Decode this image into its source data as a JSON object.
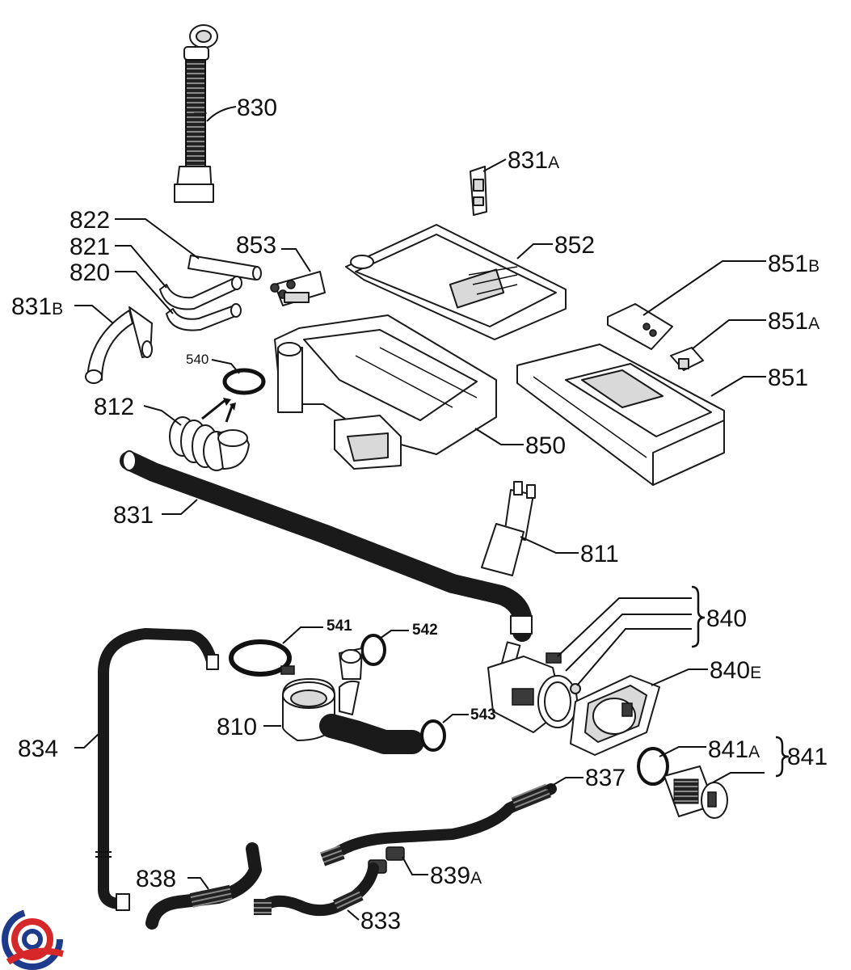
{
  "diagram": {
    "labels": {
      "l830": "830",
      "l831a_num": "831",
      "l831a_suf": "A",
      "l822": "822",
      "l821": "821",
      "l820": "820",
      "l853": "853",
      "l852": "852",
      "l851b_num": "851",
      "l851b_suf": "B",
      "l851a_num": "851",
      "l851a_suf": "A",
      "l851": "851",
      "l831b_num": "831",
      "l831b_suf": "B",
      "l540": "540",
      "l812": "812",
      "l850": "850",
      "l831": "831",
      "l811": "811",
      "l840": "840",
      "l541": "541",
      "l542": "542",
      "l840e_num": "840",
      "l840e_suf": "E",
      "l810": "810",
      "l543": "543",
      "l834": "834",
      "l841a_num": "841",
      "l841a_suf": "A",
      "l841": "841",
      "l837": "837",
      "l838": "838",
      "l839a_num": "839",
      "l839a_suf": "A",
      "l833": "833"
    },
    "colors": {
      "logo_blue": "#1e3a8a",
      "logo_red": "#d62828",
      "line": "#1a1a1a"
    }
  }
}
